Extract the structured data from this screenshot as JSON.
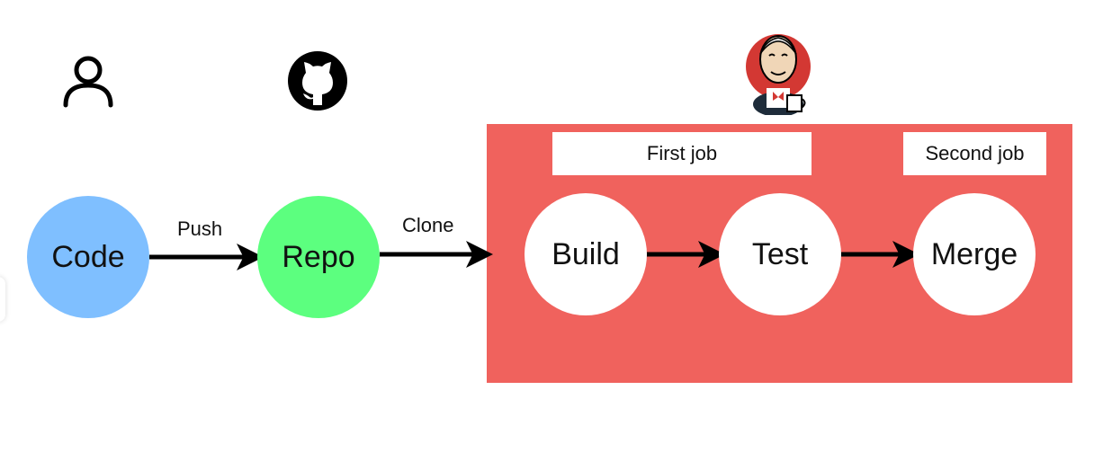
{
  "colors": {
    "code_node": "#7fbfff",
    "repo_node": "#5cff7f",
    "pipeline_box": "#f0625d",
    "stage_node": "#ffffff",
    "arrow": "#000000"
  },
  "actors": {
    "user_icon": "user-icon",
    "github_icon": "github-icon",
    "jenkins_icon": "jenkins-icon"
  },
  "nodes": {
    "code": "Code",
    "repo": "Repo",
    "build": "Build",
    "test": "Test",
    "merge": "Merge"
  },
  "edges": {
    "push": "Push",
    "clone": "Clone"
  },
  "jobs": {
    "first": "First job",
    "second": "Second job"
  }
}
